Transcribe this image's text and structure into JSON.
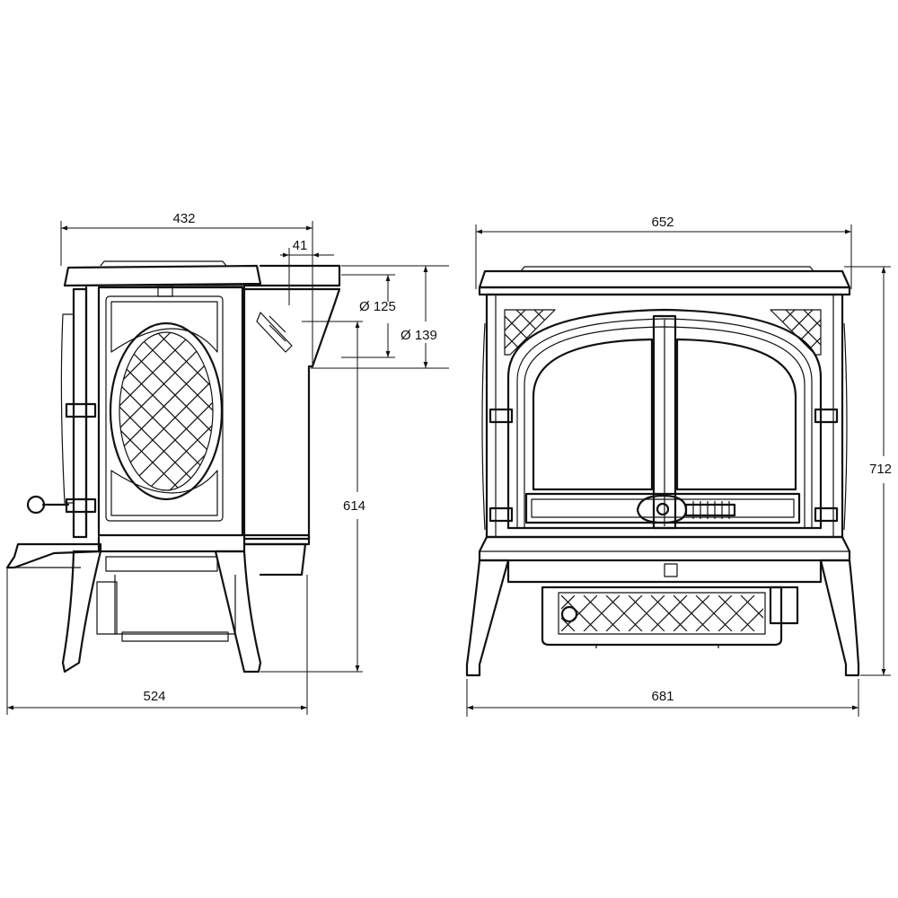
{
  "dimensions": {
    "side_width_top": "432",
    "flue_offset": "41",
    "flue_inner_diameter": "Ø 125",
    "flue_outer_diameter": "Ø 139",
    "flue_height": "614",
    "side_depth_base": "524",
    "front_width_top": "652",
    "front_height": "712",
    "front_width_base": "681"
  },
  "colors": {
    "line": "#111111",
    "background": "#ffffff"
  }
}
